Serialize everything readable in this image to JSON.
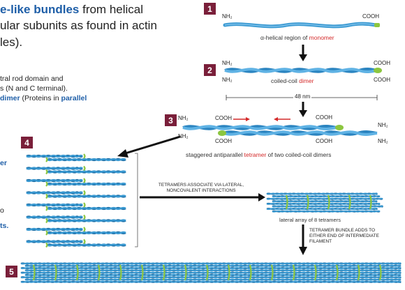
{
  "left_text": {
    "line1_highlight": "e-like bundles",
    "line1_rest": " from helical",
    "line2": "ular subunits as found in actin",
    "line3": "les).",
    "b1": "tral rod domain and",
    "b2": "s (N and C terminal).",
    "b3_highlight": "dimer",
    "b3_mid": " (Proteins in ",
    "b3_end": "parallel",
    "edge_a": "er",
    "edge_b": "o",
    "edge_c": "ts."
  },
  "steps": [
    "1",
    "2",
    "3",
    "4",
    "5"
  ],
  "step1": {
    "nh2": "NH₂",
    "cooh": "COOH",
    "caption_a": "α-helical region of ",
    "caption_b": "monomer"
  },
  "step2": {
    "nh2_top": "NH₂",
    "nh2_bottom": "NH₂",
    "cooh_top": "COOH",
    "cooh_bottom": "COOH",
    "caption_a": "coiled-coil ",
    "caption_b": "dimer",
    "length": "48 nm"
  },
  "step3": {
    "nh2_top": "NH₂",
    "nh2_bottom": "NH₂",
    "cooh_top_l": "COOH",
    "cooh_top_r": "COOH",
    "cooh_bot_l": "COOH",
    "cooh_bot_r": "COOH",
    "nh2_right_top": "NH₂",
    "nh2_right_bot": "NH₂",
    "caption_a": "staggered antiparallel ",
    "caption_b": "tetramer",
    "caption_c": " of two coiled-coil dimers"
  },
  "step4": {
    "assoc_line1": "TETRAMERS ASSOCIATE VIA LATERAL,",
    "assoc_line2": "NONCOVALENT INTERACTIONS",
    "array_caption": "lateral array of 8 tetramers",
    "bundle_line1": "TETRAMER BUNDLE ADDS TO",
    "bundle_line2": "EITHER END OF INTERMEDIATE",
    "bundle_line3": "FILAMENT"
  },
  "colors": {
    "helix": "#3b9ad2",
    "helix_dark": "#1e6fa6",
    "terminal": "#8cc63f",
    "accent_red": "#d42a2a",
    "badge": "#7a1f3a",
    "highlight_blue": "#1f5fa8"
  }
}
